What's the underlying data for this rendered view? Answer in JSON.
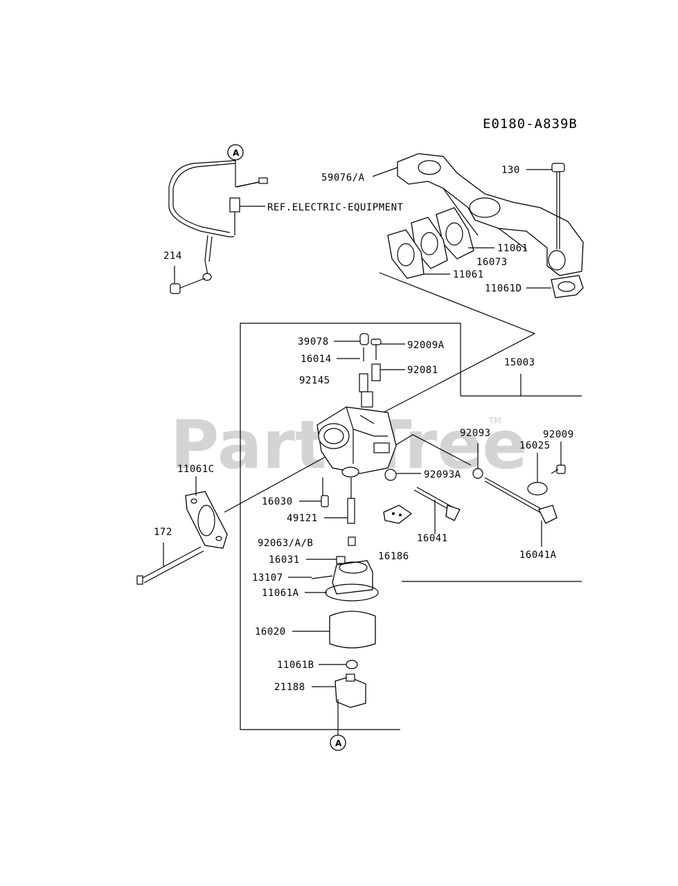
{
  "diagram_code": "E0180-A839B",
  "watermark": "PartsTree",
  "trademark": "TM",
  "callouts": {
    "top": "A",
    "bottom": "A"
  },
  "labels": {
    "p59076a": "59076/A",
    "p130": "130",
    "ref_electric": "REF.ELECTRIC-EQUIPMENT",
    "p214": "214",
    "p11061_top": "11061",
    "p16073": "16073",
    "p11061_mid": "11061",
    "p11061d": "11061D",
    "p39078": "39078",
    "p92009a": "92009A",
    "p16014": "16014",
    "p92081": "92081",
    "p92145": "92145",
    "p15003": "15003",
    "p92093": "92093",
    "p92009": "92009",
    "p16025": "16025",
    "p11061c": "11061C",
    "p92093a": "92093A",
    "p16030": "16030",
    "p49121": "49121",
    "p16041": "16041",
    "p172": "172",
    "p16041a": "16041A",
    "p92063ab": "92063/A/B",
    "p16186": "16186",
    "p16031": "16031",
    "p13107": "13107",
    "p11061a": "11061A",
    "p16020": "16020",
    "p11061b": "11061B",
    "p21188": "21188"
  }
}
